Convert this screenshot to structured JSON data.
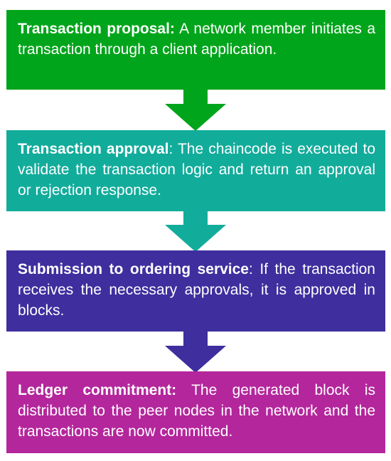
{
  "steps": [
    {
      "title": "Transaction proposal:",
      "text": " A network member initiates a transaction through a client application.",
      "color": "#00A51B"
    },
    {
      "title": "Transaction approval",
      "text": ": The chaincode is executed to validate the transaction logic and return an approval or rejection response.",
      "color": "#12AC9B"
    },
    {
      "title": "Submission to ordering service",
      "text": ": If the transaction receives the necessary approvals, it is approved in blocks.",
      "color": "#3E2E9E"
    },
    {
      "title": "Ledger commitment:",
      "text": " The generated block is distributed to the peer nodes in the network and the transactions are now committed.",
      "color": "#B4269C"
    }
  ],
  "arrows": [
    {
      "color": "#00A51B"
    },
    {
      "color": "#12AC9B"
    },
    {
      "color": "#3E2E9E"
    }
  ]
}
